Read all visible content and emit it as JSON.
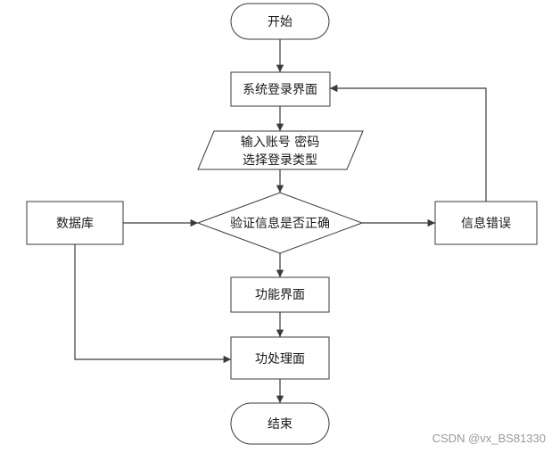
{
  "flowchart": {
    "start": "开始",
    "login_page": "系统登录界面",
    "input_line1": "输入账号 密码",
    "input_line2": "选择登录类型",
    "database": "数据库",
    "verify": "验证信息是否正确",
    "error": "信息错误",
    "function_page": "功能界面",
    "process": "功处理面",
    "end": "结束"
  },
  "watermark": "CSDN @vx_BS81330",
  "colors": {
    "stroke": "#3a3a3a",
    "text": "#1a1a1a",
    "watermark": "#9a9a9a"
  }
}
